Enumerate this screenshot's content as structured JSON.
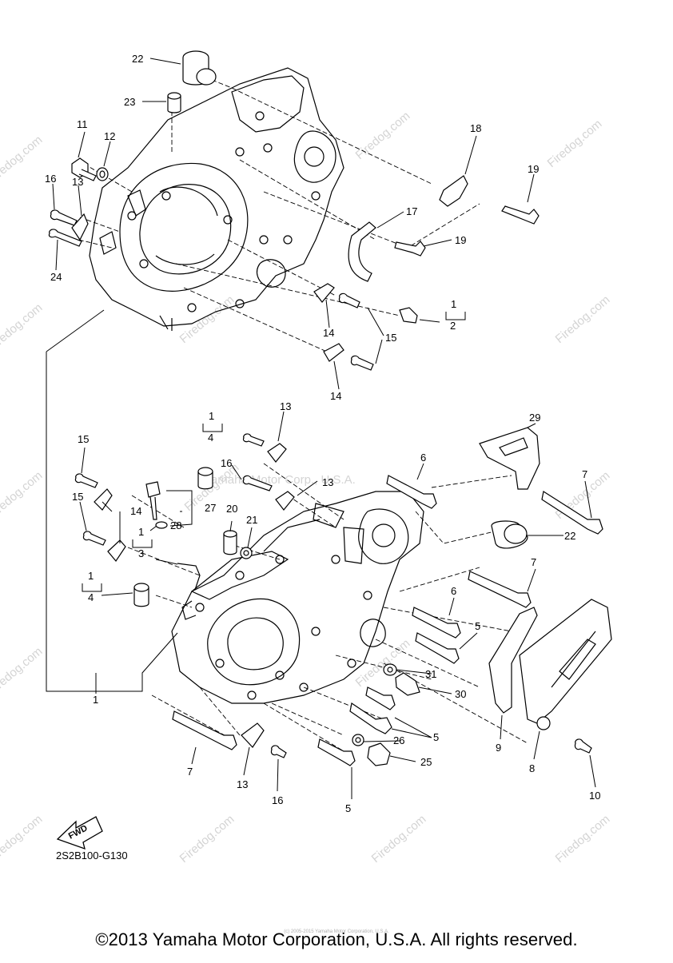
{
  "diagram_code": "2S2B100-G130",
  "fwd_label": "FWD",
  "copyright": "©2013 Yamaha Motor Corporation, U.S.A. All rights reserved.",
  "watermark_site": "Firedog.com",
  "watermark_owner": "Yamaha Motor Corp., U.S.A.",
  "fine_print": "(c) 2005-2015 Yamaha Motor Corporation, U.S.A.",
  "callouts": {
    "c1": "1",
    "c2": "2",
    "c3": "3",
    "c4": "4",
    "c5": "5",
    "c6": "6",
    "c7": "7",
    "c8": "8",
    "c9": "9",
    "c10": "10",
    "c11": "11",
    "c12": "12",
    "c13": "13",
    "c14": "14",
    "c15": "15",
    "c16": "16",
    "c17": "17",
    "c18": "18",
    "c19": "19",
    "c20": "20",
    "c21": "21",
    "c22": "22",
    "c23": "23",
    "c24": "24",
    "c25": "25",
    "c26": "26",
    "c27": "27",
    "c28": "28",
    "c29": "29",
    "c30": "30",
    "c31": "31"
  }
}
